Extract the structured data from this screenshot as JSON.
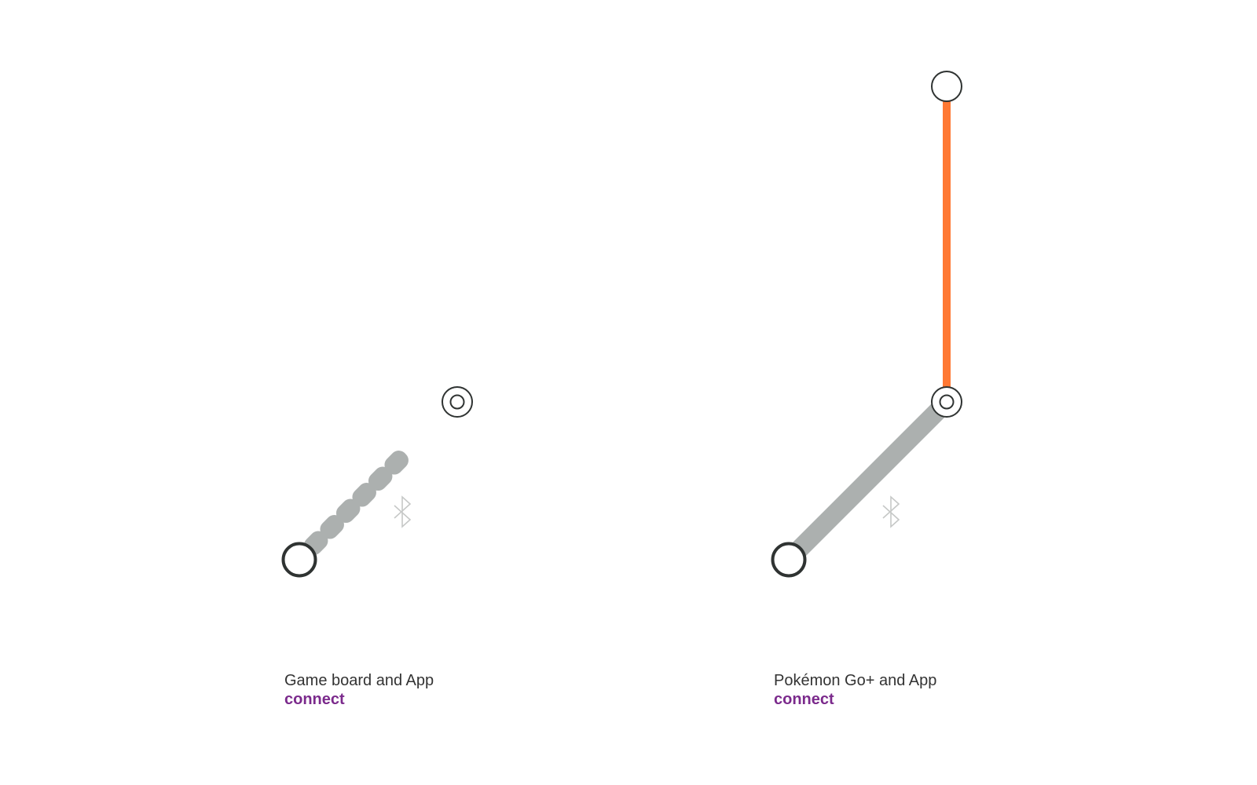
{
  "colors": {
    "background": "#ffffff",
    "node_stroke": "#2f3332",
    "bluetooth_link": "#acb0af",
    "wired_link": "#ff7833",
    "bluetooth_icon": "#c6c8c7",
    "accent_text": "#7b2a8c",
    "caption_text": "#333333"
  },
  "diagrams": [
    {
      "caption_title": "Game board and App",
      "caption_action": "connect",
      "link_style": "bluetooth-dashed",
      "icon": "bluetooth-icon"
    },
    {
      "caption_title": "Pokémon Go+ and App",
      "caption_action": "connect",
      "link_style": "bluetooth-solid",
      "icon": "bluetooth-icon",
      "extra_link": "wired-orange"
    }
  ]
}
